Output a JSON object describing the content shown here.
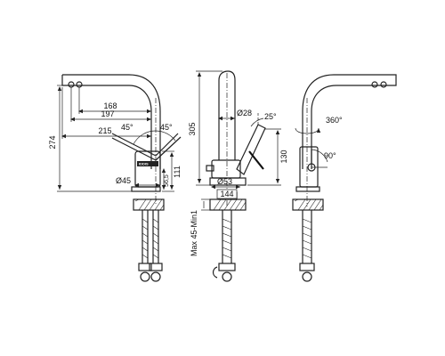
{
  "brand": {
    "logo_text": "IDDIS"
  },
  "front_view": {
    "dims": {
      "d168": "168",
      "d197": "197",
      "d215": "215",
      "d274": "274",
      "a45_left": "45°",
      "a45_right": "45°",
      "d111": "111",
      "d56_5": "56,5",
      "dia45": "Ø45"
    }
  },
  "side_view": {
    "dims": {
      "d305": "305",
      "dia28": "Ø28",
      "a25": "25°",
      "d130": "130",
      "dia53": "Ø53",
      "d144": "144",
      "max": "Max 45-Min1"
    }
  },
  "back_view": {
    "dims": {
      "a360": "360°",
      "a90": "90°"
    }
  }
}
